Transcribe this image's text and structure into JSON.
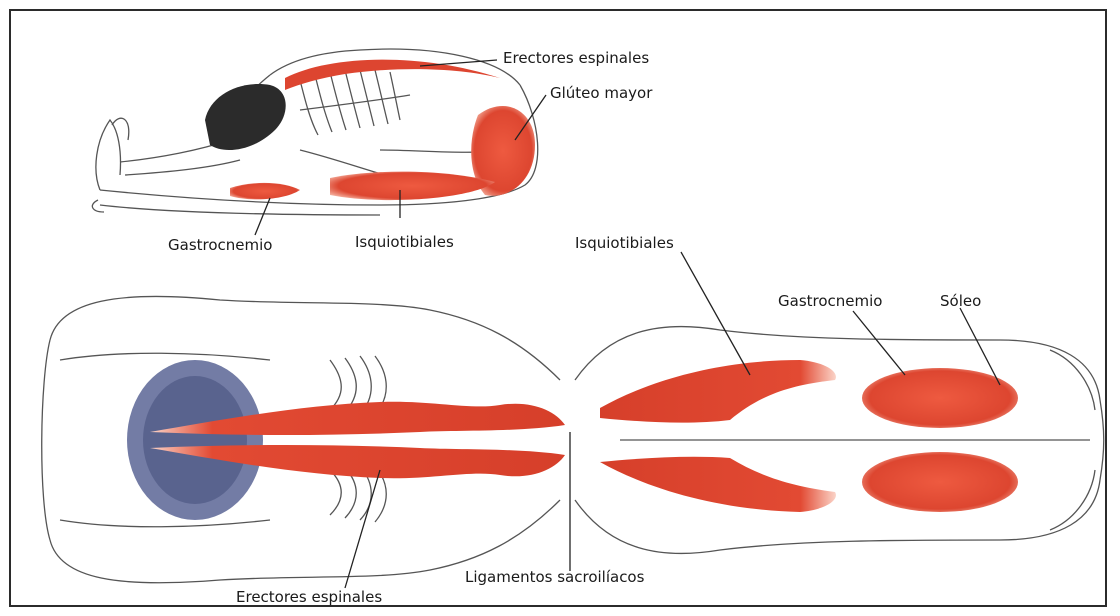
{
  "labels": {
    "top_erectores": "Erectores espinales",
    "top_gluteo": "Glúteo mayor",
    "top_gastrocnemio": "Gastrocnemio",
    "top_isquiotibiales": "Isquiotibiales",
    "bottom_isquiotibiales": "Isquiotibiales",
    "bottom_gastrocnemio": "Gastrocnemio",
    "bottom_soleo": "Sóleo",
    "bottom_ligamentos": "Ligamentos sacroilíacos",
    "bottom_erectores": "Erectores espinales"
  },
  "colors": {
    "muscle": "#e0452e",
    "muscle_dark": "#c23320",
    "outline": "#555555",
    "hair": "#4d5a86",
    "leader": "#222222"
  }
}
